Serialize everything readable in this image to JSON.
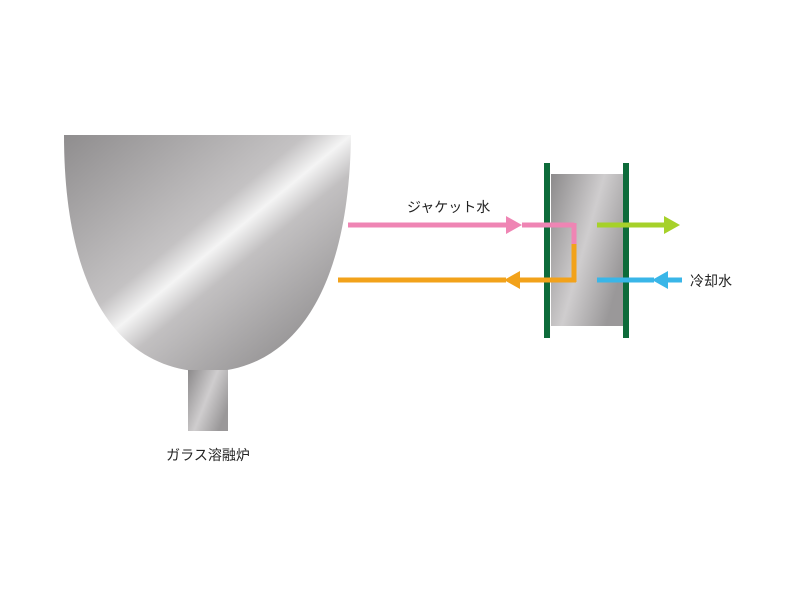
{
  "labels": {
    "furnace": "ガラス溶融炉",
    "jacket_water": "ジャケット水",
    "cooling_water": "冷却水"
  },
  "colors": {
    "jacket_supply": "#ef85b4",
    "jacket_return": "#f2a21a",
    "cooling_in": "#39b6e8",
    "cooling_out": "#a6d12a",
    "exchanger_plate": "#0d6b3a",
    "metal": "#a9a6a7"
  }
}
